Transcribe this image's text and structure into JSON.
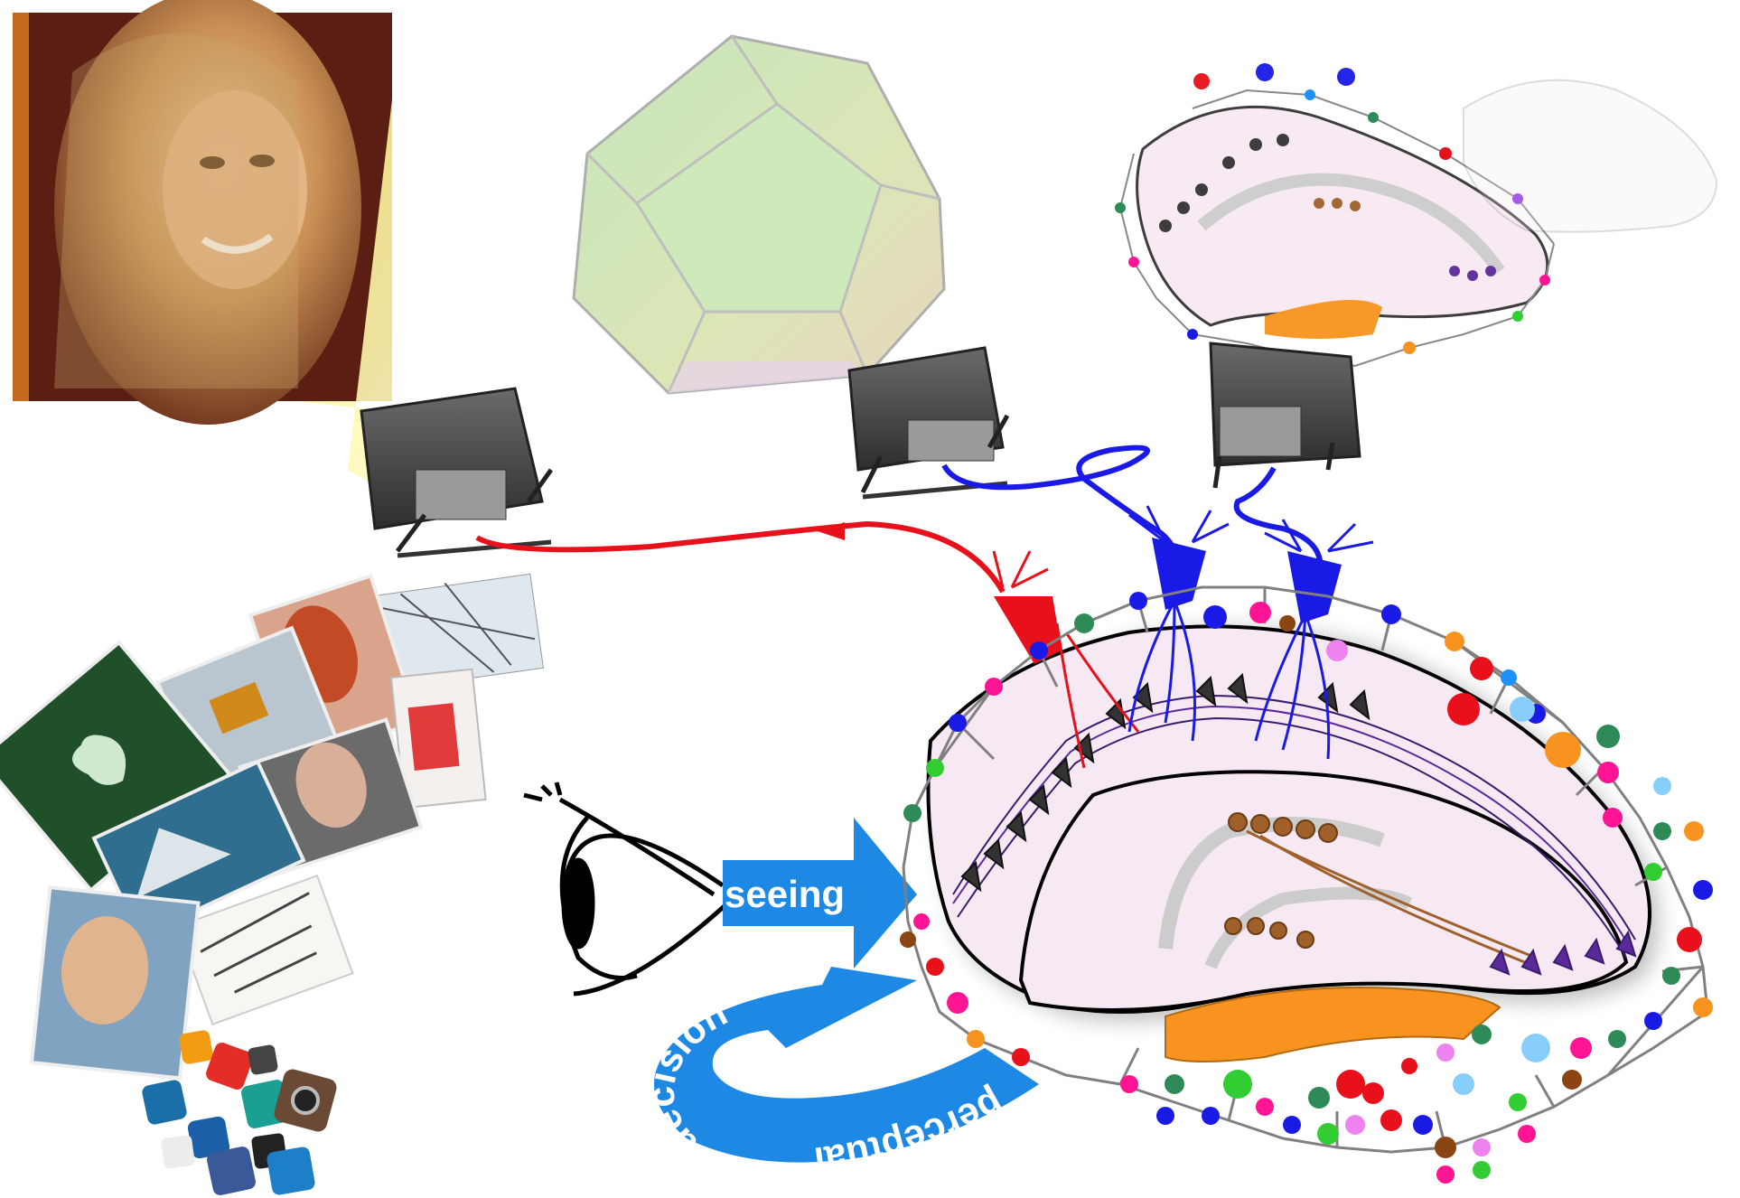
{
  "labels": {
    "seeing": "seeing",
    "perceptual": "perceptual",
    "decision": "decision"
  },
  "colors": {
    "red_neuron": "#e8101a",
    "blue_neuron": "#1a1ae6",
    "arrow_blue": "#1e88e5",
    "hippocampus_fill": "#f7e9f3",
    "orange_region": "#f7931e",
    "pyramidal_dark": "#222222",
    "granule_brown": "#a0602a",
    "violet_cells": "#5b2a9a",
    "network_edge": "#808080"
  },
  "icons": [
    "face-photo",
    "dodecahedron",
    "projector",
    "eye",
    "photo-collage",
    "app-icons",
    "hippocampus",
    "neural-network"
  ]
}
